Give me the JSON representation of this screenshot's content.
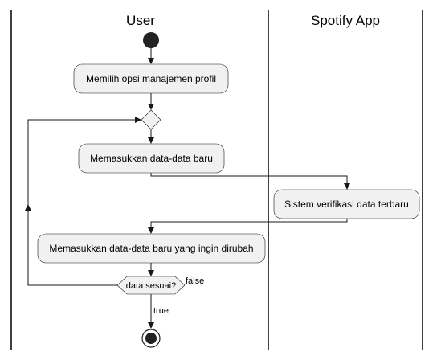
{
  "swimlanes": {
    "user": "User",
    "app": "Spotify App"
  },
  "nodes": {
    "choose_profile_option": "Memilih opsi manajemen profil",
    "enter_new_data": "Memasukkan data-data baru",
    "system_verify": "Sistem verifikasi data terbaru",
    "enter_changed_data": "Memasukkan data-data baru yang ingin dirubah",
    "decision_valid": "data sesuai?"
  },
  "edges": {
    "false_label": "false",
    "true_label": "true"
  },
  "colors": {
    "node_fill": "#f1f1f1",
    "stroke": "#181818",
    "lane_line": "#000000"
  }
}
